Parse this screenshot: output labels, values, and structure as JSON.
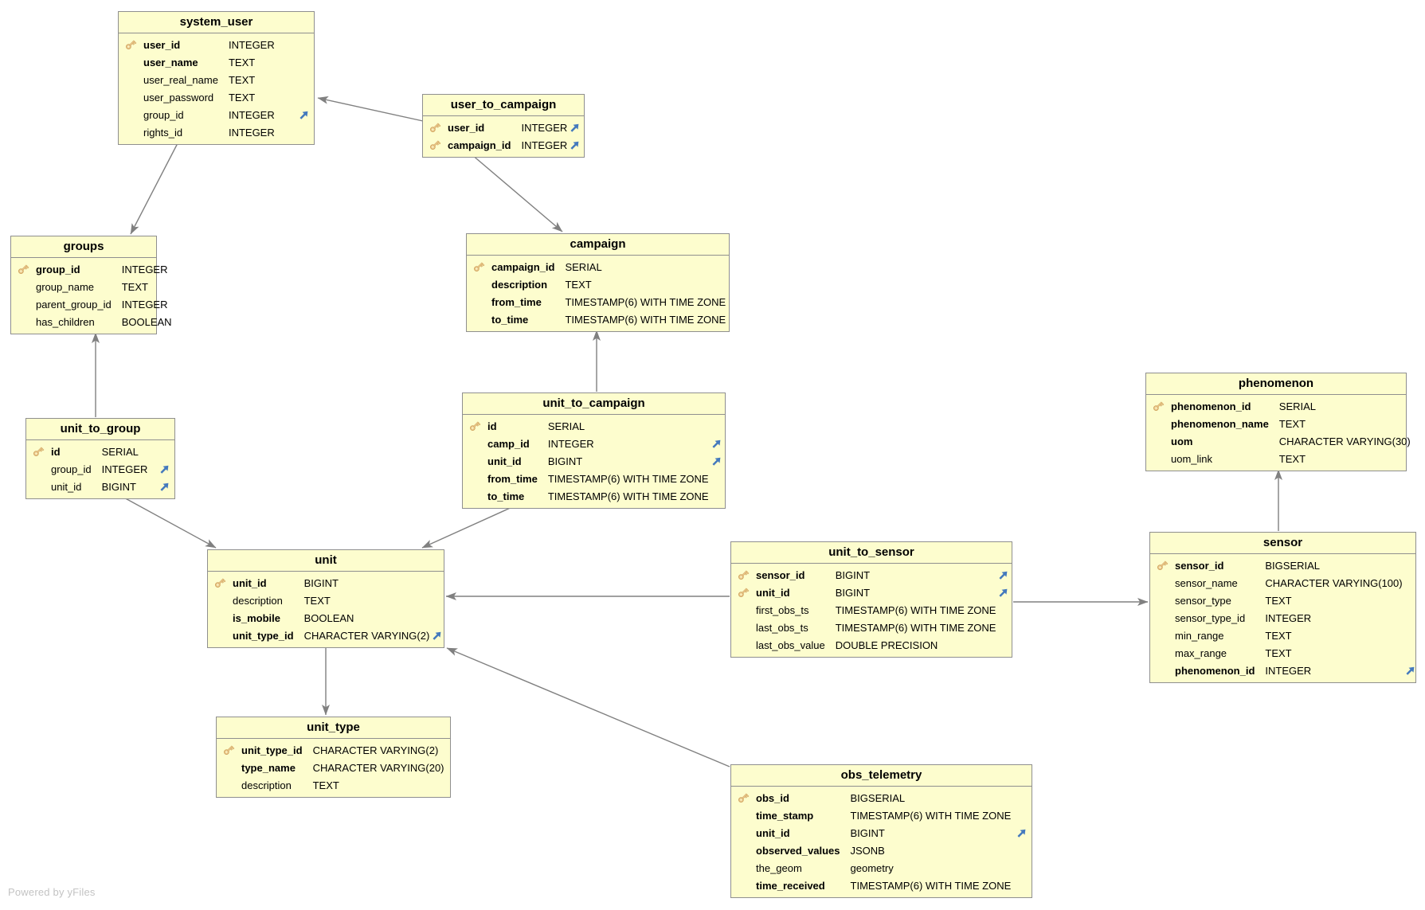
{
  "watermark": "Powered by yFiles",
  "colors": {
    "table_fill": "#fdfdce",
    "table_border": "#8f8f8f",
    "edge_gray": "#808080",
    "foreign_key_blue": "#4479bd",
    "primary_key_gold": "#ecc98f"
  },
  "tables": [
    {
      "id": "system_user",
      "title": "system_user",
      "fields": [
        {
          "name": "user_id",
          "type": "INTEGER",
          "key": true,
          "bold": true,
          "fk": false
        },
        {
          "name": "user_name",
          "type": "TEXT",
          "key": false,
          "bold": true,
          "fk": false
        },
        {
          "name": "user_real_name",
          "type": "TEXT",
          "key": false,
          "bold": false,
          "fk": false
        },
        {
          "name": "user_password",
          "type": "TEXT",
          "key": false,
          "bold": false,
          "fk": false
        },
        {
          "name": "group_id",
          "type": "INTEGER",
          "key": false,
          "bold": false,
          "fk": true
        },
        {
          "name": "rights_id",
          "type": "INTEGER",
          "key": false,
          "bold": false,
          "fk": false
        }
      ]
    },
    {
      "id": "user_to_campaign",
      "title": "user_to_campaign",
      "fields": [
        {
          "name": "user_id",
          "type": "INTEGER",
          "key": true,
          "bold": true,
          "fk": true
        },
        {
          "name": "campaign_id",
          "type": "INTEGER",
          "key": true,
          "bold": true,
          "fk": true
        }
      ]
    },
    {
      "id": "groups",
      "title": "groups",
      "fields": [
        {
          "name": "group_id",
          "type": "INTEGER",
          "key": true,
          "bold": true,
          "fk": false
        },
        {
          "name": "group_name",
          "type": "TEXT",
          "key": false,
          "bold": false,
          "fk": false
        },
        {
          "name": "parent_group_id",
          "type": "INTEGER",
          "key": false,
          "bold": false,
          "fk": false
        },
        {
          "name": "has_children",
          "type": "BOOLEAN",
          "key": false,
          "bold": false,
          "fk": false
        }
      ]
    },
    {
      "id": "campaign",
      "title": "campaign",
      "fields": [
        {
          "name": "campaign_id",
          "type": "SERIAL",
          "key": true,
          "bold": true,
          "fk": false
        },
        {
          "name": "description",
          "type": "TEXT",
          "key": false,
          "bold": true,
          "fk": false
        },
        {
          "name": "from_time",
          "type": "TIMESTAMP(6) WITH TIME ZONE",
          "key": false,
          "bold": true,
          "fk": false
        },
        {
          "name": "to_time",
          "type": "TIMESTAMP(6) WITH TIME ZONE",
          "key": false,
          "bold": true,
          "fk": false
        }
      ]
    },
    {
      "id": "unit_to_group",
      "title": "unit_to_group",
      "fields": [
        {
          "name": "id",
          "type": "SERIAL",
          "key": true,
          "bold": true,
          "fk": false
        },
        {
          "name": "group_id",
          "type": "INTEGER",
          "key": false,
          "bold": false,
          "fk": true
        },
        {
          "name": "unit_id",
          "type": "BIGINT",
          "key": false,
          "bold": false,
          "fk": true
        }
      ]
    },
    {
      "id": "unit_to_campaign",
      "title": "unit_to_campaign",
      "fields": [
        {
          "name": "id",
          "type": "SERIAL",
          "key": true,
          "bold": true,
          "fk": false
        },
        {
          "name": "camp_id",
          "type": "INTEGER",
          "key": false,
          "bold": true,
          "fk": true
        },
        {
          "name": "unit_id",
          "type": "BIGINT",
          "key": false,
          "bold": true,
          "fk": true
        },
        {
          "name": "from_time",
          "type": "TIMESTAMP(6) WITH TIME ZONE",
          "key": false,
          "bold": true,
          "fk": false
        },
        {
          "name": "to_time",
          "type": "TIMESTAMP(6) WITH TIME ZONE",
          "key": false,
          "bold": true,
          "fk": false
        }
      ]
    },
    {
      "id": "phenomenon",
      "title": "phenomenon",
      "fields": [
        {
          "name": "phenomenon_id",
          "type": "SERIAL",
          "key": true,
          "bold": true,
          "fk": false
        },
        {
          "name": "phenomenon_name",
          "type": "TEXT",
          "key": false,
          "bold": true,
          "fk": false
        },
        {
          "name": "uom",
          "type": "CHARACTER VARYING(30)",
          "key": false,
          "bold": true,
          "fk": false
        },
        {
          "name": "uom_link",
          "type": "TEXT",
          "key": false,
          "bold": false,
          "fk": false
        }
      ]
    },
    {
      "id": "unit",
      "title": "unit",
      "fields": [
        {
          "name": "unit_id",
          "type": "BIGINT",
          "key": true,
          "bold": true,
          "fk": false
        },
        {
          "name": "description",
          "type": "TEXT",
          "key": false,
          "bold": false,
          "fk": false
        },
        {
          "name": "is_mobile",
          "type": "BOOLEAN",
          "key": false,
          "bold": true,
          "fk": false
        },
        {
          "name": "unit_type_id",
          "type": "CHARACTER VARYING(2)",
          "key": false,
          "bold": true,
          "fk": true
        }
      ]
    },
    {
      "id": "unit_to_sensor",
      "title": "unit_to_sensor",
      "fields": [
        {
          "name": "sensor_id",
          "type": "BIGINT",
          "key": true,
          "bold": true,
          "fk": true
        },
        {
          "name": "unit_id",
          "type": "BIGINT",
          "key": true,
          "bold": true,
          "fk": true
        },
        {
          "name": "first_obs_ts",
          "type": "TIMESTAMP(6) WITH TIME ZONE",
          "key": false,
          "bold": false,
          "fk": false
        },
        {
          "name": "last_obs_ts",
          "type": "TIMESTAMP(6) WITH TIME ZONE",
          "key": false,
          "bold": false,
          "fk": false
        },
        {
          "name": "last_obs_value",
          "type": "DOUBLE PRECISION",
          "key": false,
          "bold": false,
          "fk": false
        }
      ]
    },
    {
      "id": "sensor",
      "title": "sensor",
      "fields": [
        {
          "name": "sensor_id",
          "type": "BIGSERIAL",
          "key": true,
          "bold": true,
          "fk": false
        },
        {
          "name": "sensor_name",
          "type": "CHARACTER VARYING(100)",
          "key": false,
          "bold": false,
          "fk": false
        },
        {
          "name": "sensor_type",
          "type": "TEXT",
          "key": false,
          "bold": false,
          "fk": false
        },
        {
          "name": "sensor_type_id",
          "type": "INTEGER",
          "key": false,
          "bold": false,
          "fk": false
        },
        {
          "name": "min_range",
          "type": "TEXT",
          "key": false,
          "bold": false,
          "fk": false
        },
        {
          "name": "max_range",
          "type": "TEXT",
          "key": false,
          "bold": false,
          "fk": false
        },
        {
          "name": "phenomenon_id",
          "type": "INTEGER",
          "key": false,
          "bold": true,
          "fk": true
        }
      ]
    },
    {
      "id": "unit_type",
      "title": "unit_type",
      "fields": [
        {
          "name": "unit_type_id",
          "type": "CHARACTER VARYING(2)",
          "key": true,
          "bold": true,
          "fk": false
        },
        {
          "name": "type_name",
          "type": "CHARACTER VARYING(20)",
          "key": false,
          "bold": true,
          "fk": false
        },
        {
          "name": "description",
          "type": "TEXT",
          "key": false,
          "bold": false,
          "fk": false
        }
      ]
    },
    {
      "id": "obs_telemetry",
      "title": "obs_telemetry",
      "fields": [
        {
          "name": "obs_id",
          "type": "BIGSERIAL",
          "key": true,
          "bold": true,
          "fk": false
        },
        {
          "name": "time_stamp",
          "type": "TIMESTAMP(6) WITH TIME ZONE",
          "key": false,
          "bold": true,
          "fk": false
        },
        {
          "name": "unit_id",
          "type": "BIGINT",
          "key": false,
          "bold": true,
          "fk": true
        },
        {
          "name": "observed_values",
          "type": "JSONB",
          "key": false,
          "bold": true,
          "fk": false
        },
        {
          "name": "the_geom",
          "type": "geometry",
          "key": false,
          "bold": false,
          "fk": false
        },
        {
          "name": "time_received",
          "type": "TIMESTAMP(6) WITH TIME ZONE",
          "key": false,
          "bold": true,
          "fk": false
        }
      ]
    }
  ],
  "edges": [
    {
      "from": "user_to_campaign",
      "to": "system_user"
    },
    {
      "from": "system_user",
      "to": "groups"
    },
    {
      "from": "user_to_campaign",
      "to": "campaign"
    },
    {
      "from": "unit_to_group",
      "to": "groups"
    },
    {
      "from": "unit_to_campaign",
      "to": "campaign"
    },
    {
      "from": "unit_to_group",
      "to": "unit"
    },
    {
      "from": "unit_to_campaign",
      "to": "unit"
    },
    {
      "from": "unit",
      "to": "unit_type"
    },
    {
      "from": "unit_to_sensor",
      "to": "unit"
    },
    {
      "from": "unit_to_sensor",
      "to": "sensor"
    },
    {
      "from": "sensor",
      "to": "phenomenon"
    },
    {
      "from": "obs_telemetry",
      "to": "unit"
    }
  ]
}
